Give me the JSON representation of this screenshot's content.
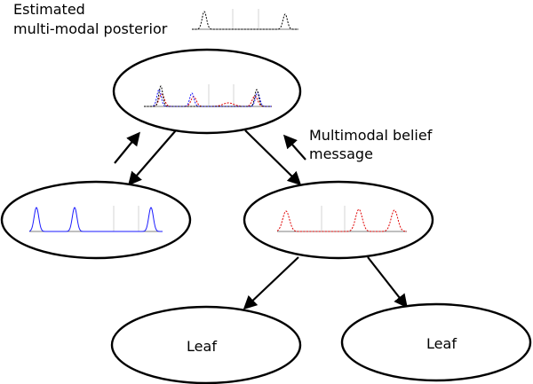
{
  "labels": {
    "estimated_posterior_line1": "Estimated",
    "estimated_posterior_line2": "multi-modal posterior",
    "belief_message_line1": "Multimodal belief",
    "belief_message_line2": "message"
  },
  "nodes": {
    "left_leaf": {
      "label": "Leaf"
    },
    "right_leaf": {
      "label": "Leaf"
    }
  },
  "colors": {
    "stroke": "#000000",
    "blue_curve": "#1a1aff",
    "red_curve": "#e00000",
    "black_curve": "#000000"
  }
}
